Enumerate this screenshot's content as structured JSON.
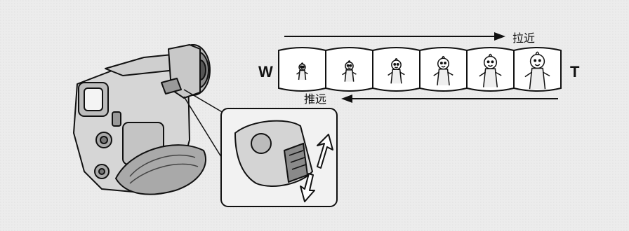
{
  "zoom_diagram": {
    "wide_end_letter": "W",
    "tele_end_letter": "T",
    "zoom_in_label": "拉近",
    "zoom_out_label": "推远",
    "frame_count": 6
  },
  "colors": {
    "background": "#ececec",
    "line": "#111111",
    "film_fill": "#ffffff"
  }
}
